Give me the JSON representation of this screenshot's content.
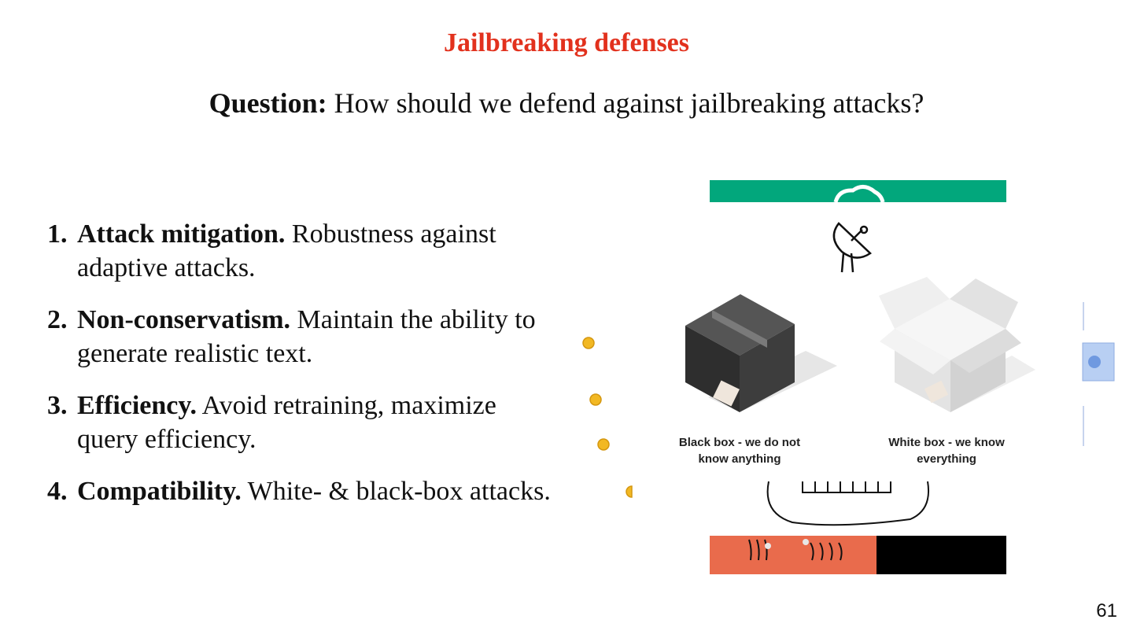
{
  "slide": {
    "title": "Jailbreaking defenses",
    "question_label": "Question:",
    "question_text": "How should we defend against jailbreaking attacks?",
    "items": [
      {
        "num": "1.",
        "head": "Attack mitigation.",
        "text": "Robustness against adaptive attacks."
      },
      {
        "num": "2.",
        "head": "Non-conservatism.",
        "text": "Maintain the ability to generate realistic text."
      },
      {
        "num": "3.",
        "head": "Efficiency.",
        "text": "Avoid retraining, maximize query efficiency."
      },
      {
        "num": "4.",
        "head": "Compatibility.",
        "text": "White- & black-box attacks."
      }
    ],
    "page_number": "61"
  },
  "figure": {
    "black_box_caption_line1": "Black box - we do not",
    "black_box_caption_line2": "know anything",
    "white_box_caption_line1": "White box - we know",
    "white_box_caption_line2": "everything",
    "colors": {
      "green_band": "#02a77c",
      "orange_band": "#e96b4c",
      "black_band": "#000000",
      "dots": "#f2b823",
      "blue_square": "#b8cff3"
    }
  }
}
